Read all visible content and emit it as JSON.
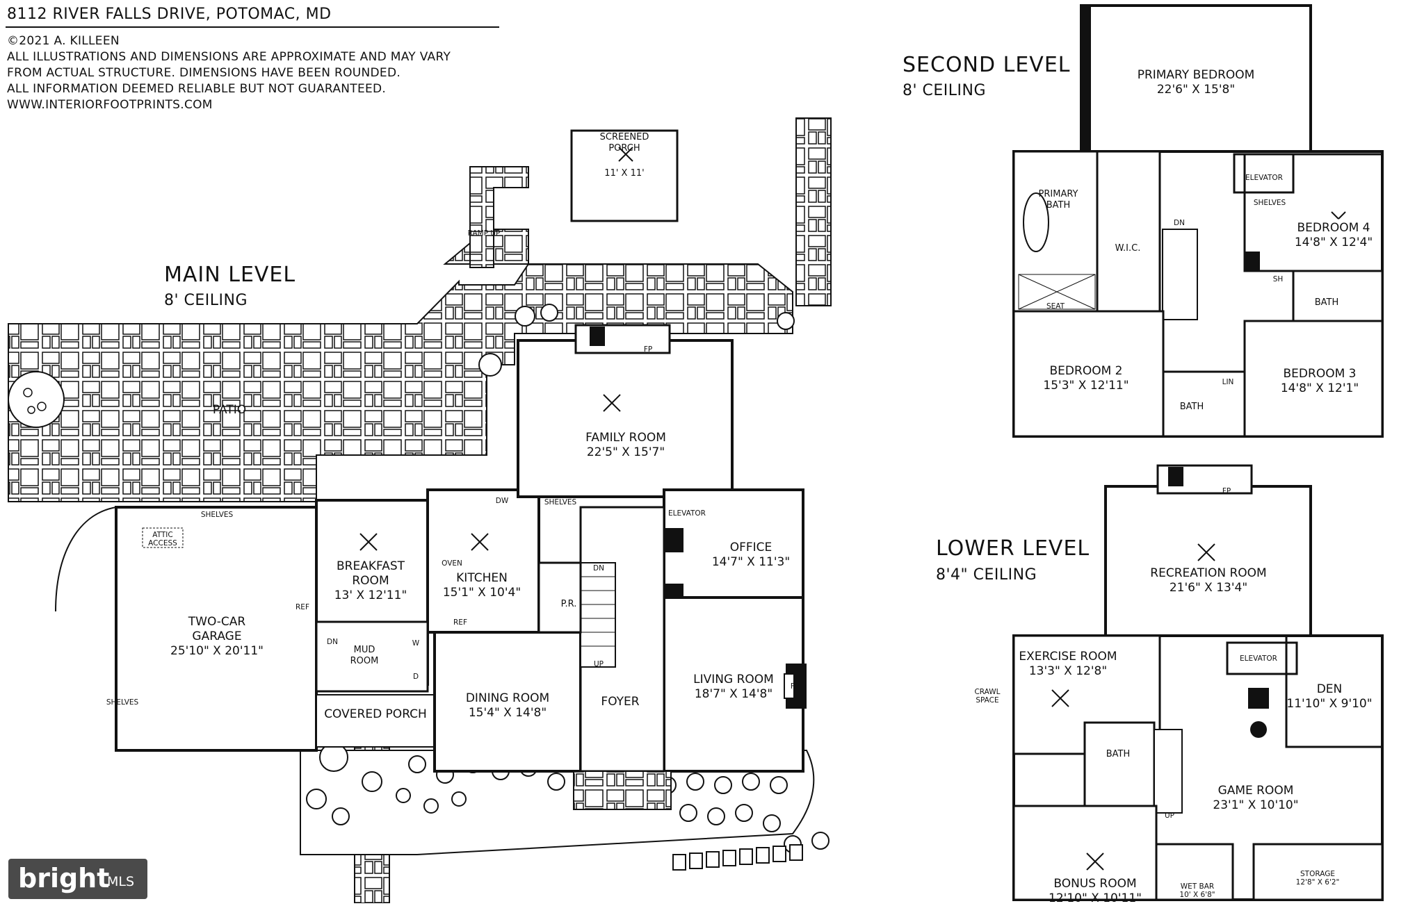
{
  "header": {
    "address": "8112 RIVER FALLS DRIVE, POTOMAC, MD",
    "disclaimer": [
      "©2021 A. KILLEEN",
      "ALL ILLUSTRATIONS AND DIMENSIONS ARE APPROXIMATE AND MAY VARY",
      "FROM ACTUAL STRUCTURE. DIMENSIONS HAVE BEEN ROUNDED.",
      "ALL INFORMATION DEEMED RELIABLE BUT NOT GUARANTEED.",
      "WWW.INTERIORFOOTPRINTS.COM"
    ]
  },
  "levels": {
    "main": {
      "title": "MAIN LEVEL",
      "ceiling": "8' CEILING"
    },
    "second": {
      "title": "SECOND LEVEL",
      "ceiling": "8' CEILING"
    },
    "lower": {
      "title": "LOWER LEVEL",
      "ceiling": "8'4\" CEILING"
    }
  },
  "rooms": {
    "screened_porch": {
      "name": [
        "SCREENED",
        "PORCH"
      ],
      "dims": "11' X 11'"
    },
    "patio": {
      "name": [
        "PATIO"
      ],
      "dims": ""
    },
    "family_room": {
      "name": [
        "FAMILY ROOM"
      ],
      "dims": "22'5\" X 15'7\""
    },
    "breakfast_room": {
      "name": [
        "BREAKFAST",
        "ROOM"
      ],
      "dims": "13' X 12'11\""
    },
    "kitchen": {
      "name": [
        "KITCHEN"
      ],
      "dims": "15'1\" X 10'4\""
    },
    "office": {
      "name": [
        "OFFICE"
      ],
      "dims": "14'7\" X 11'3\""
    },
    "garage": {
      "name": [
        "TWO-CAR",
        "GARAGE"
      ],
      "dims": "25'10\" X 20'11\""
    },
    "mud_room": {
      "name": [
        "MUD",
        "ROOM"
      ],
      "dims": ""
    },
    "pr": {
      "name": [
        "P.R."
      ],
      "dims": ""
    },
    "dining_room": {
      "name": [
        "DINING ROOM"
      ],
      "dims": "15'4\" X 14'8\""
    },
    "foyer": {
      "name": [
        "FOYER"
      ],
      "dims": ""
    },
    "living_room": {
      "name": [
        "LIVING ROOM"
      ],
      "dims": "18'7\" X 14'8\""
    },
    "covered_porch": {
      "name": [
        "COVERED PORCH"
      ],
      "dims": ""
    },
    "primary_bedroom": {
      "name": [
        "PRIMARY BEDROOM"
      ],
      "dims": "22'6\" X 15'8\""
    },
    "primary_bath": {
      "name": [
        "PRIMARY",
        "BATH"
      ],
      "dims": ""
    },
    "wic": {
      "name": [
        "W.I.C."
      ],
      "dims": ""
    },
    "bedroom_4": {
      "name": [
        "BEDROOM 4"
      ],
      "dims": "14'8\" X 12'4\""
    },
    "bedroom_2": {
      "name": [
        "BEDROOM 2"
      ],
      "dims": "15'3\" X 12'11\""
    },
    "bedroom_3": {
      "name": [
        "BEDROOM 3"
      ],
      "dims": "14'8\" X 12'1\""
    },
    "bath_up_1": {
      "name": [
        "BATH"
      ],
      "dims": ""
    },
    "bath_up_2": {
      "name": [
        "BATH"
      ],
      "dims": ""
    },
    "recreation_room": {
      "name": [
        "RECREATION ROOM"
      ],
      "dims": "21'6\" X 13'4\""
    },
    "exercise_room": {
      "name": [
        "EXERCISE ROOM"
      ],
      "dims": "13'3\" X 12'8\""
    },
    "den": {
      "name": [
        "DEN"
      ],
      "dims": "11'10\" X 9'10\""
    },
    "game_room": {
      "name": [
        "GAME ROOM"
      ],
      "dims": "23'1\" X 10'10\""
    },
    "bath_low": {
      "name": [
        "BATH"
      ],
      "dims": ""
    },
    "bonus_room": {
      "name": [
        "BONUS ROOM"
      ],
      "dims": "12'10\" X 10'11\""
    },
    "wet_bar": {
      "name": [
        "WET BAR"
      ],
      "dims": "10' X 6'8\""
    },
    "storage": {
      "name": [
        "STORAGE"
      ],
      "dims": "12'8\" X 6'2\""
    },
    "crawl": {
      "name": [
        "CRAWL",
        "SPACE"
      ],
      "dims": ""
    }
  },
  "small_labels": {
    "shelves": "SHELVES",
    "attic_access": [
      "ATTIC",
      "ACCESS"
    ],
    "ref": "REF",
    "dn": "DN",
    "up": "UP",
    "dw": "DW",
    "oven": "OVEN",
    "fp": "FP",
    "elevator": "ELEVATOR",
    "seat": "SEAT",
    "lin": "LIN",
    "sh": "SH",
    "ramp_up": "RAMP UP",
    "w": "W",
    "d": "D"
  },
  "watermark": {
    "brand": "bright",
    "suffix": "MLS"
  }
}
